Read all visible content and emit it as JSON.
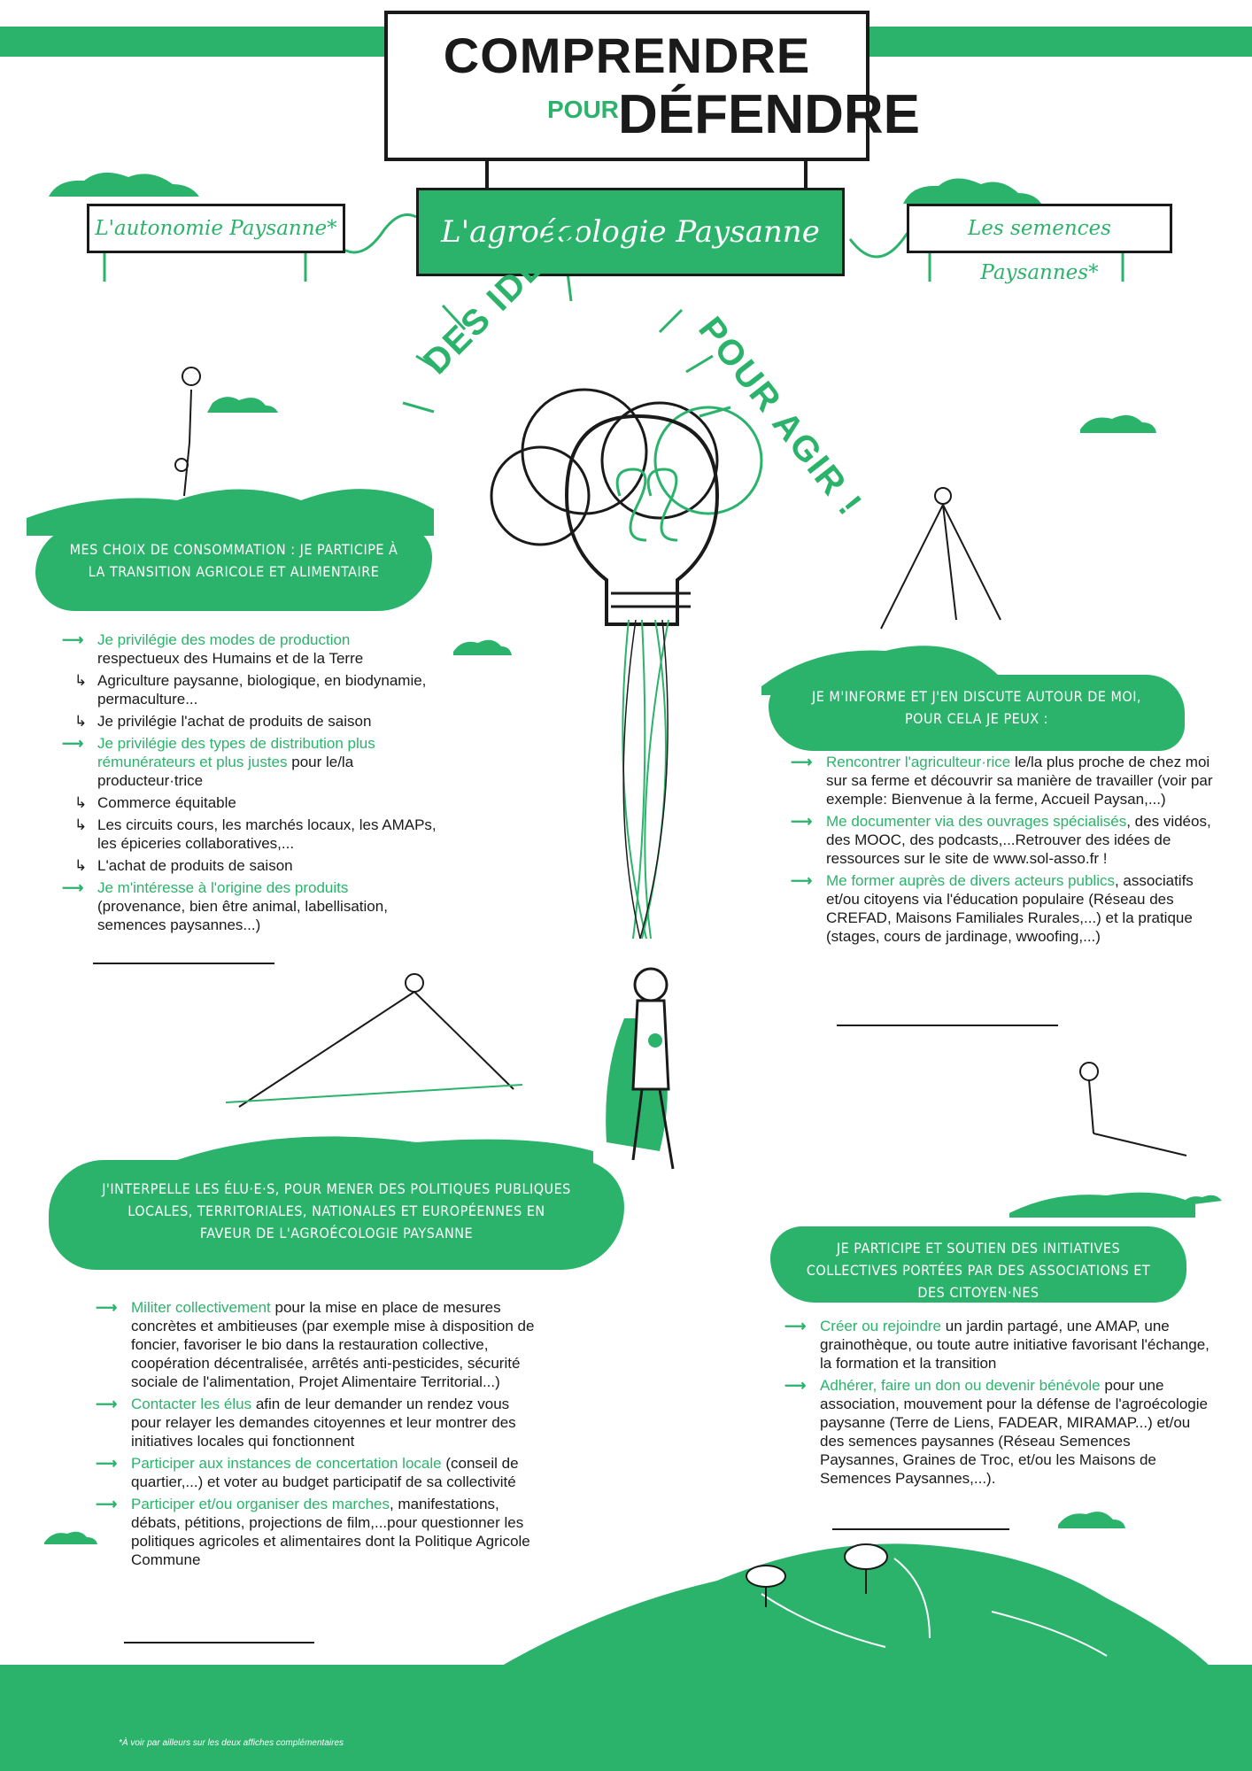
{
  "header": {
    "title_line1": "COMPRENDRE",
    "title_pour": "POUR",
    "title_line2": "DÉFENDRE"
  },
  "signs": {
    "left": "L'autonomie Paysanne*",
    "center": "L'agroécologie Paysanne",
    "right": "Les semences Paysannes*"
  },
  "slogan": {
    "left": "DES IDÉES",
    "right": "POUR AGIR !"
  },
  "sections": {
    "consommation": {
      "title": "Mes choix de consommation : je participe à la transition agricole et alimentaire",
      "items": [
        {
          "lead": "Je privilégie des modes de production",
          "rest": "respectueux des Humains et de la Terre",
          "subs": [
            "Agriculture paysanne, biologique, en biodynamie, permaculture...",
            "Je privilégie l'achat de produits de saison"
          ]
        },
        {
          "lead": "Je privilégie des types de distribution plus rémunérateurs et plus justes",
          "rest": "pour le/la producteur·trice",
          "subs": [
            "Commerce équitable",
            "Les circuits cours, les marchés locaux, les AMAPs, les épiceries collaboratives,...",
            "L'achat de produits de saison"
          ]
        },
        {
          "lead": "Je m'intéresse à l'origine des produits",
          "rest": "(provenance, bien être animal, labellisation, semences paysannes...)",
          "subs": []
        }
      ]
    },
    "information": {
      "title": "Je m'informe et j'en discute autour de moi, pour cela je peux :",
      "items": [
        {
          "lead": "Rencontrer l'agriculteur·rice",
          "rest": "le/la plus proche de chez moi sur sa ferme et découvrir sa manière de travailler (voir par exemple: Bienvenue à la ferme, Accueil Paysan,...)"
        },
        {
          "lead": "Me documenter via des ouvrages spécialisés",
          "rest": ", des vidéos, des MOOC, des podcasts,...Retrouver des idées de ressources sur le site de www.sol-asso.fr !"
        },
        {
          "lead": "Me former auprès de divers acteurs publics",
          "rest": ", associatifs et/ou citoyens via l'éducation populaire (Réseau des CREFAD, Maisons Familiales Rurales,...) et la pratique (stages, cours de jardinage, wwoofing,...)"
        }
      ]
    },
    "elus": {
      "title": "J'interpelle les élu·e·s, pour mener des politiques publiques locales, territoriales, nationales et européennes en faveur de l'agroécologie paysanne",
      "items": [
        {
          "lead": "Militer collectivement",
          "rest": "pour la mise en place de mesures concrètes et ambitieuses (par exemple mise à disposition de foncier, favoriser le bio dans la restauration collective, coopération décentralisée, arrêtés anti-pesticides, sécurité sociale de l'alimentation, Projet Alimentaire Territorial...)"
        },
        {
          "lead": "Contacter les élus",
          "rest": "afin de leur demander un rendez vous pour relayer les demandes citoyennes et leur montrer des initiatives locales qui fonctionnent"
        },
        {
          "lead": "Participer aux instances de concertation locale",
          "rest": "(conseil de quartier,...) et voter au budget participatif de sa collectivité"
        },
        {
          "lead": "Participer et/ou organiser des marches",
          "rest": ", manifestations, débats, pétitions, projections de film,...pour questionner les politiques agricoles et alimentaires dont la Politique Agricole Commune"
        }
      ]
    },
    "collectif": {
      "title": "Je participe et soutien des initiatives collectives portées par des associations et des citoyen·nes",
      "items": [
        {
          "lead": "Créer ou rejoindre",
          "rest": "un jardin partagé, une AMAP, une grainothèque, ou toute autre initiative favorisant l'échange, la formation et la transition"
        },
        {
          "lead": "Adhérer, faire un don ou devenir bénévole",
          "rest": "pour une association, mouvement pour la défense de l'agroécologie paysanne (Terre de Liens, FADEAR, MIRAMAP...) et/ou des semences paysannes (Réseau Semences Paysannes, Graines de Troc, et/ou les Maisons de Semences Paysannes,...)."
        }
      ]
    }
  },
  "footnote": "*À voir par ailleurs sur les deux affiches complémentaires",
  "colors": {
    "accent": "#2bb36b",
    "ink": "#1a1a1a"
  }
}
